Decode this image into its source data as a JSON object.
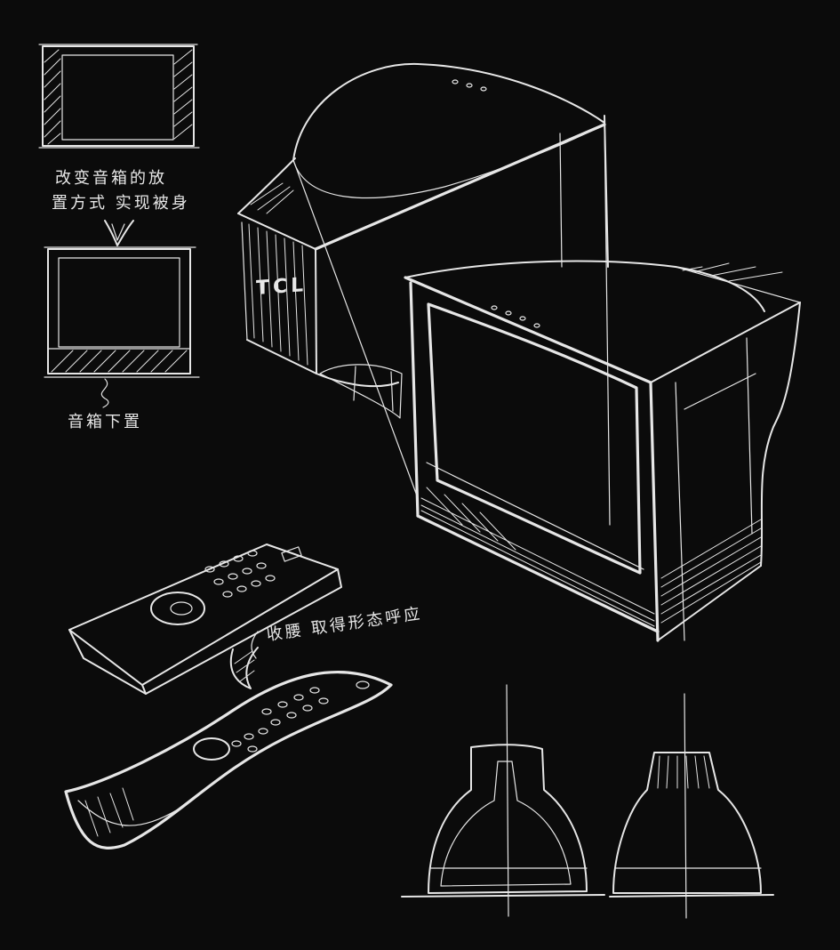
{
  "notes": {
    "speaker_reposition": "改变音箱的放",
    "speaker_reposition_2": "置方式 实现被身",
    "speaker_bottom": "音箱下置",
    "remote_note": "收腰 取得形态呼应"
  },
  "brand": {
    "tv_logo": "TCL"
  },
  "colors": {
    "background": "#0b0b0b",
    "stroke": "#e6e6e6"
  }
}
